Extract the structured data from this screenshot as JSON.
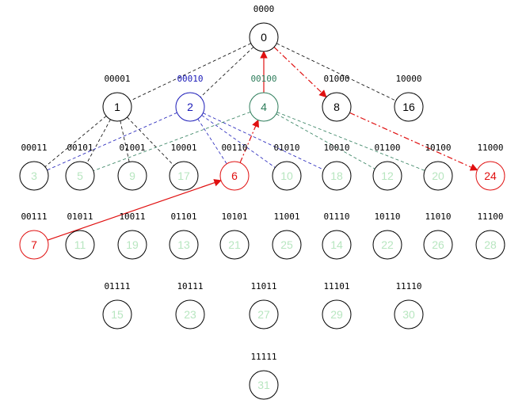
{
  "colors": {
    "black": "#000000",
    "blue": "#1a1ab8",
    "green": "#2e7d5b",
    "red": "#e01010",
    "faint_node": "#b8e6c0",
    "node_fill": "#ffffff"
  },
  "nodes": [
    {
      "id": "0",
      "label": "0",
      "bits": "0000",
      "style": "black",
      "bits_style": "black"
    },
    {
      "id": "1",
      "label": "1",
      "bits": "00001",
      "style": "black",
      "bits_style": "black"
    },
    {
      "id": "2",
      "label": "2",
      "bits": "00010",
      "style": "blue",
      "bits_style": "blue"
    },
    {
      "id": "4",
      "label": "4",
      "bits": "00100",
      "style": "green",
      "bits_style": "green"
    },
    {
      "id": "8",
      "label": "8",
      "bits": "01000",
      "style": "black",
      "bits_style": "black"
    },
    {
      "id": "16",
      "label": "16",
      "bits": "10000",
      "style": "black",
      "bits_style": "black"
    },
    {
      "id": "3",
      "label": "3",
      "bits": "00011",
      "style": "faint",
      "bits_style": "black"
    },
    {
      "id": "5",
      "label": "5",
      "bits": "00101",
      "style": "faint",
      "bits_style": "black"
    },
    {
      "id": "9",
      "label": "9",
      "bits": "01001",
      "style": "faint",
      "bits_style": "black"
    },
    {
      "id": "17",
      "label": "17",
      "bits": "10001",
      "style": "faint",
      "bits_style": "black"
    },
    {
      "id": "6",
      "label": "6",
      "bits": "00110",
      "style": "red",
      "bits_style": "black"
    },
    {
      "id": "10",
      "label": "10",
      "bits": "01010",
      "style": "faint",
      "bits_style": "black"
    },
    {
      "id": "18",
      "label": "18",
      "bits": "10010",
      "style": "faint",
      "bits_style": "black"
    },
    {
      "id": "12",
      "label": "12",
      "bits": "01100",
      "style": "faint",
      "bits_style": "black"
    },
    {
      "id": "20",
      "label": "20",
      "bits": "10100",
      "style": "faint",
      "bits_style": "black"
    },
    {
      "id": "24",
      "label": "24",
      "bits": "11000",
      "style": "red",
      "bits_style": "black"
    },
    {
      "id": "7",
      "label": "7",
      "bits": "00111",
      "style": "red",
      "bits_style": "black"
    },
    {
      "id": "11",
      "label": "11",
      "bits": "01011",
      "style": "faint",
      "bits_style": "black"
    },
    {
      "id": "19",
      "label": "19",
      "bits": "10011",
      "style": "faint",
      "bits_style": "black"
    },
    {
      "id": "13",
      "label": "13",
      "bits": "01101",
      "style": "faint",
      "bits_style": "black"
    },
    {
      "id": "21",
      "label": "21",
      "bits": "10101",
      "style": "faint",
      "bits_style": "black"
    },
    {
      "id": "25",
      "label": "25",
      "bits": "11001",
      "style": "faint",
      "bits_style": "black"
    },
    {
      "id": "14",
      "label": "14",
      "bits": "01110",
      "style": "faint",
      "bits_style": "black"
    },
    {
      "id": "22",
      "label": "22",
      "bits": "10110",
      "style": "faint",
      "bits_style": "black"
    },
    {
      "id": "26",
      "label": "26",
      "bits": "11010",
      "style": "faint",
      "bits_style": "black"
    },
    {
      "id": "28",
      "label": "28",
      "bits": "11100",
      "style": "faint",
      "bits_style": "black"
    },
    {
      "id": "15",
      "label": "15",
      "bits": "01111",
      "style": "faint",
      "bits_style": "black"
    },
    {
      "id": "23",
      "label": "23",
      "bits": "10111",
      "style": "faint",
      "bits_style": "black"
    },
    {
      "id": "27",
      "label": "27",
      "bits": "11011",
      "style": "faint",
      "bits_style": "black"
    },
    {
      "id": "29",
      "label": "29",
      "bits": "11101",
      "style": "faint",
      "bits_style": "black"
    },
    {
      "id": "30",
      "label": "30",
      "bits": "11110",
      "style": "faint",
      "bits_style": "black"
    },
    {
      "id": "31",
      "label": "31",
      "bits": "11111",
      "style": "faint",
      "bits_style": "black"
    }
  ],
  "edges": [
    {
      "from": "0",
      "to": "1",
      "color": "black",
      "dash": "dashed"
    },
    {
      "from": "0",
      "to": "2",
      "color": "black",
      "dash": "dashed"
    },
    {
      "from": "0",
      "to": "16",
      "color": "black",
      "dash": "dashed"
    },
    {
      "from": "0",
      "to": "8",
      "color": "red",
      "dash": "dashdot",
      "arrow": "to"
    },
    {
      "from": "4",
      "to": "0",
      "color": "red",
      "dash": "solid",
      "arrow": "to"
    },
    {
      "from": "1",
      "to": "3",
      "color": "black",
      "dash": "dashed"
    },
    {
      "from": "1",
      "to": "5",
      "color": "black",
      "dash": "dashed"
    },
    {
      "from": "1",
      "to": "9",
      "color": "black",
      "dash": "dashed"
    },
    {
      "from": "1",
      "to": "17",
      "color": "black",
      "dash": "dashed"
    },
    {
      "from": "2",
      "to": "3",
      "color": "blue",
      "dash": "dashed"
    },
    {
      "from": "2",
      "to": "6",
      "color": "blue",
      "dash": "dashed"
    },
    {
      "from": "2",
      "to": "10",
      "color": "blue",
      "dash": "dashed"
    },
    {
      "from": "2",
      "to": "18",
      "color": "blue",
      "dash": "dashed"
    },
    {
      "from": "4",
      "to": "5",
      "color": "green",
      "dash": "dashed"
    },
    {
      "from": "4",
      "to": "12",
      "color": "green",
      "dash": "dashed"
    },
    {
      "from": "4",
      "to": "20",
      "color": "green",
      "dash": "dashed"
    },
    {
      "from": "6",
      "to": "4",
      "color": "red",
      "dash": "dashdot",
      "arrow": "to"
    },
    {
      "from": "8",
      "to": "24",
      "color": "red",
      "dash": "dashdot",
      "arrow": "to"
    },
    {
      "from": "7",
      "to": "6",
      "color": "red",
      "dash": "solid",
      "arrow": "to"
    }
  ]
}
